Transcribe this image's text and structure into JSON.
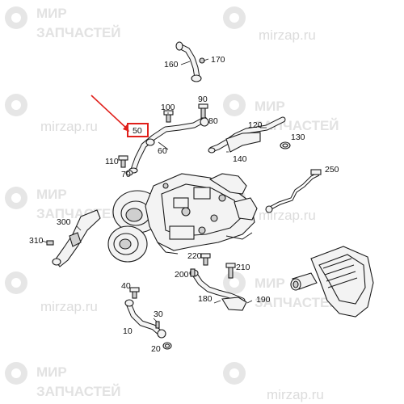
{
  "watermark": {
    "line1": "МИР",
    "line2": "ЗАПЧАСТЕЙ",
    "domain": "mirzap.ru"
  },
  "callout": {
    "label": "50",
    "accent": "#e0201b"
  },
  "part_numbers": {
    "p10": "10",
    "p20": "20",
    "p30": "30",
    "p40": "40",
    "p60": "60",
    "p70": "70",
    "p80": "80",
    "p90": "90",
    "p100": "100",
    "p110": "110",
    "p120": "120",
    "p130": "130",
    "p140": "140",
    "p160": "160",
    "p170": "170",
    "p180": "180",
    "p190": "190",
    "p200": "200",
    "p210": "210",
    "p220": "220",
    "p250": "250",
    "p300": "300",
    "p310": "310"
  }
}
